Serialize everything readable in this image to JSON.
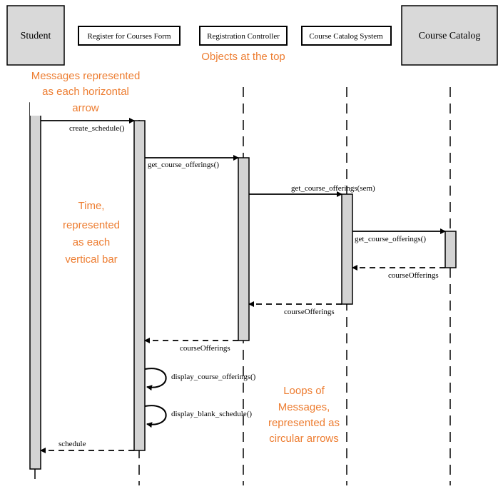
{
  "objects": [
    {
      "id": "student",
      "label": "Student"
    },
    {
      "id": "form",
      "label": "Register for Courses Form"
    },
    {
      "id": "controller",
      "label": "Registration Controller"
    },
    {
      "id": "catalog_system",
      "label": "Course Catalog System"
    },
    {
      "id": "catalog",
      "label": "Course Catalog"
    }
  ],
  "messages": [
    {
      "label": "create_schedule()"
    },
    {
      "label": "get_course_offerings()"
    },
    {
      "label": "get_course_offerings(sem)"
    },
    {
      "label": "get_course_offerings()"
    },
    {
      "label": "courseOfferings"
    },
    {
      "label": "courseOfferings"
    },
    {
      "label": "courseOfferings"
    },
    {
      "label": "display_course_offerings()"
    },
    {
      "label": "display_blank_schedule()"
    },
    {
      "label": "schedule"
    }
  ],
  "annotations": {
    "objects": [
      "Objects at the top"
    ],
    "messages": [
      "Messages represented",
      "as each horizontal",
      "arrow"
    ],
    "time": [
      "Time,",
      "represented",
      "as each",
      "vertical bar"
    ],
    "loops": [
      "Loops of",
      "Messages,",
      "represented as",
      "circular arrows"
    ]
  },
  "colors": {
    "annotation": "#ed7d31",
    "activation_fill": "#d3d3d3",
    "actor_fill": "#d9d9d9"
  }
}
